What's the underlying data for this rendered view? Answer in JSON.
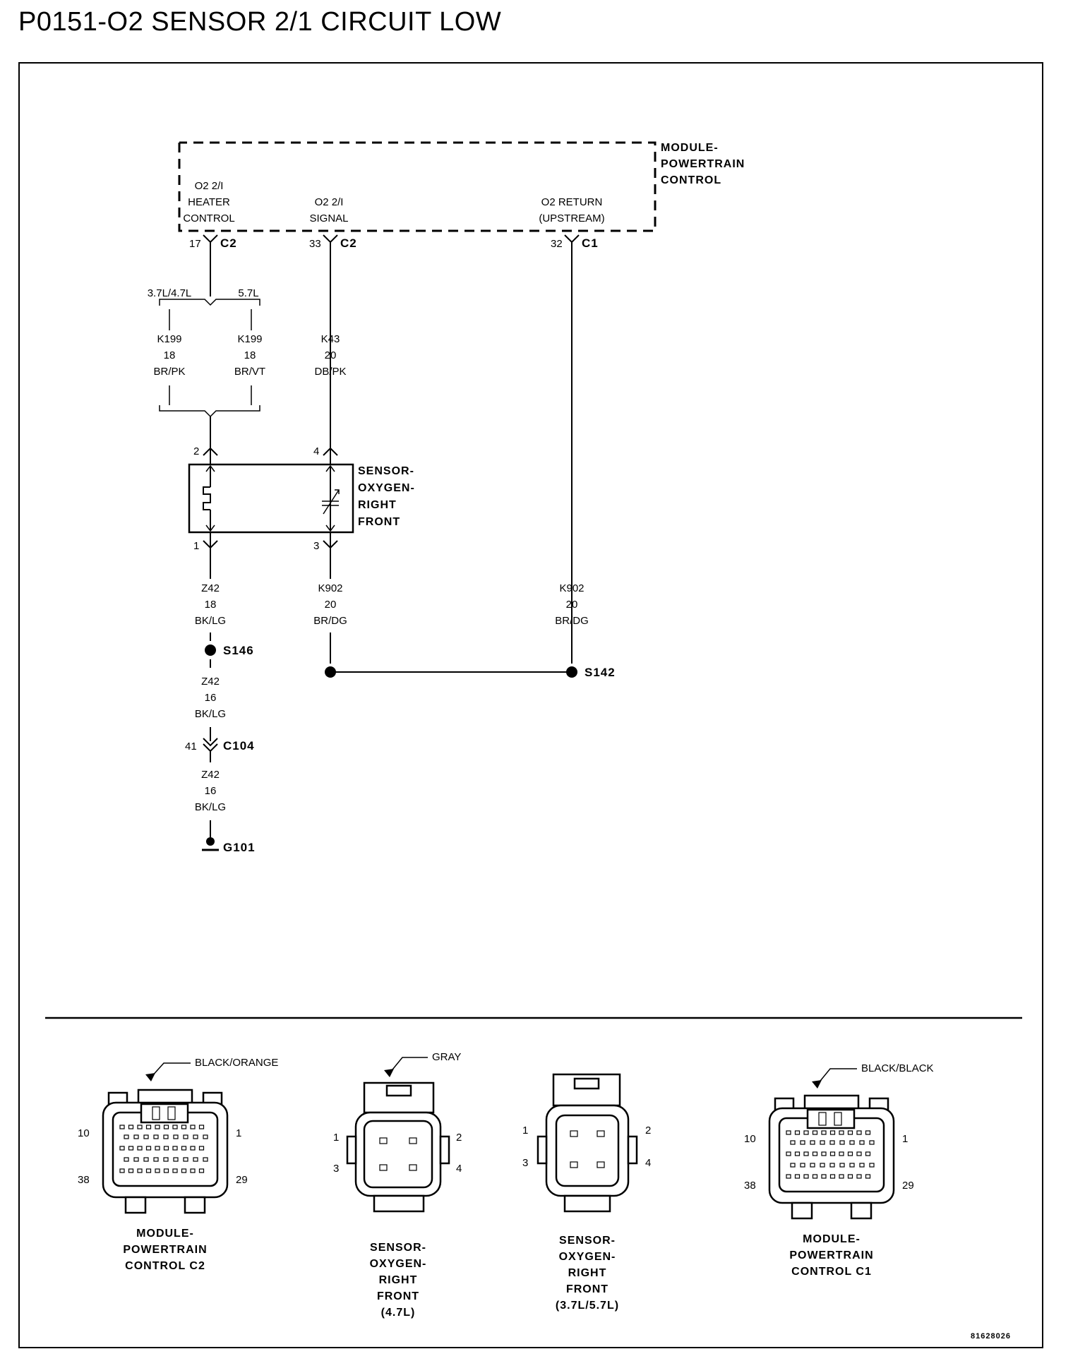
{
  "title": "P0151-O2 SENSOR 2/1 CIRCUIT LOW",
  "pcm": {
    "label_lines": [
      "MODULE-",
      "POWERTRAIN",
      "CONTROL"
    ],
    "terminals": [
      {
        "lines": [
          "O2 2/I",
          "HEATER",
          "CONTROL"
        ],
        "pin": "17",
        "connector": "C2"
      },
      {
        "lines": [
          "O2 2/I",
          "SIGNAL"
        ],
        "pin": "33",
        "connector": "C2"
      },
      {
        "lines": [
          "O2 RETURN",
          "(UPSTREAM)"
        ],
        "pin": "32",
        "connector": "C1"
      }
    ]
  },
  "engine_options": [
    "3.7L/4.7L",
    "5.7L"
  ],
  "wires": {
    "k199_a": [
      "K199",
      "18",
      "BR/PK"
    ],
    "k199_b": [
      "K199",
      "18",
      "BR/VT"
    ],
    "k43": [
      "K43",
      "20",
      "DB/PK"
    ],
    "k902_a": [
      "K902",
      "20",
      "BR/DG"
    ],
    "k902_b": [
      "K902",
      "20",
      "BR/DG"
    ],
    "z42_a": [
      "Z42",
      "18",
      "BK/LG"
    ],
    "z42_b": [
      "Z42",
      "16",
      "BK/LG"
    ],
    "z42_c": [
      "Z42",
      "16",
      "BK/LG"
    ]
  },
  "sensor": {
    "label_lines": [
      "SENSOR-",
      "OXYGEN-",
      "RIGHT",
      "FRONT"
    ],
    "pins": {
      "top_left": "2",
      "top_right": "4",
      "bottom_left": "1",
      "bottom_right": "3"
    }
  },
  "splices": {
    "s146": "S146",
    "s142": "S142"
  },
  "inline_connector": {
    "pin": "41",
    "name": "C104"
  },
  "ground": "G101",
  "connector_views": [
    {
      "color": "BLACK/ORANGE",
      "pins": [
        "10",
        "1",
        "38",
        "29"
      ],
      "label_lines": [
        "MODULE-",
        "POWERTRAIN",
        "CONTROL C2"
      ]
    },
    {
      "color": "GRAY",
      "pins": [
        "1",
        "2",
        "3",
        "4"
      ],
      "label_lines": [
        "SENSOR-",
        "OXYGEN-",
        "RIGHT",
        "FRONT",
        "(4.7L)"
      ]
    },
    {
      "color": "",
      "pins": [
        "1",
        "2",
        "3",
        "4"
      ],
      "label_lines": [
        "SENSOR-",
        "OXYGEN-",
        "RIGHT",
        "FRONT",
        "(3.7L/5.7L)"
      ]
    },
    {
      "color": "BLACK/BLACK",
      "pins": [
        "10",
        "1",
        "38",
        "29"
      ],
      "label_lines": [
        "MODULE-",
        "POWERTRAIN",
        "CONTROL C1"
      ]
    }
  ],
  "figure_id": "81628026"
}
